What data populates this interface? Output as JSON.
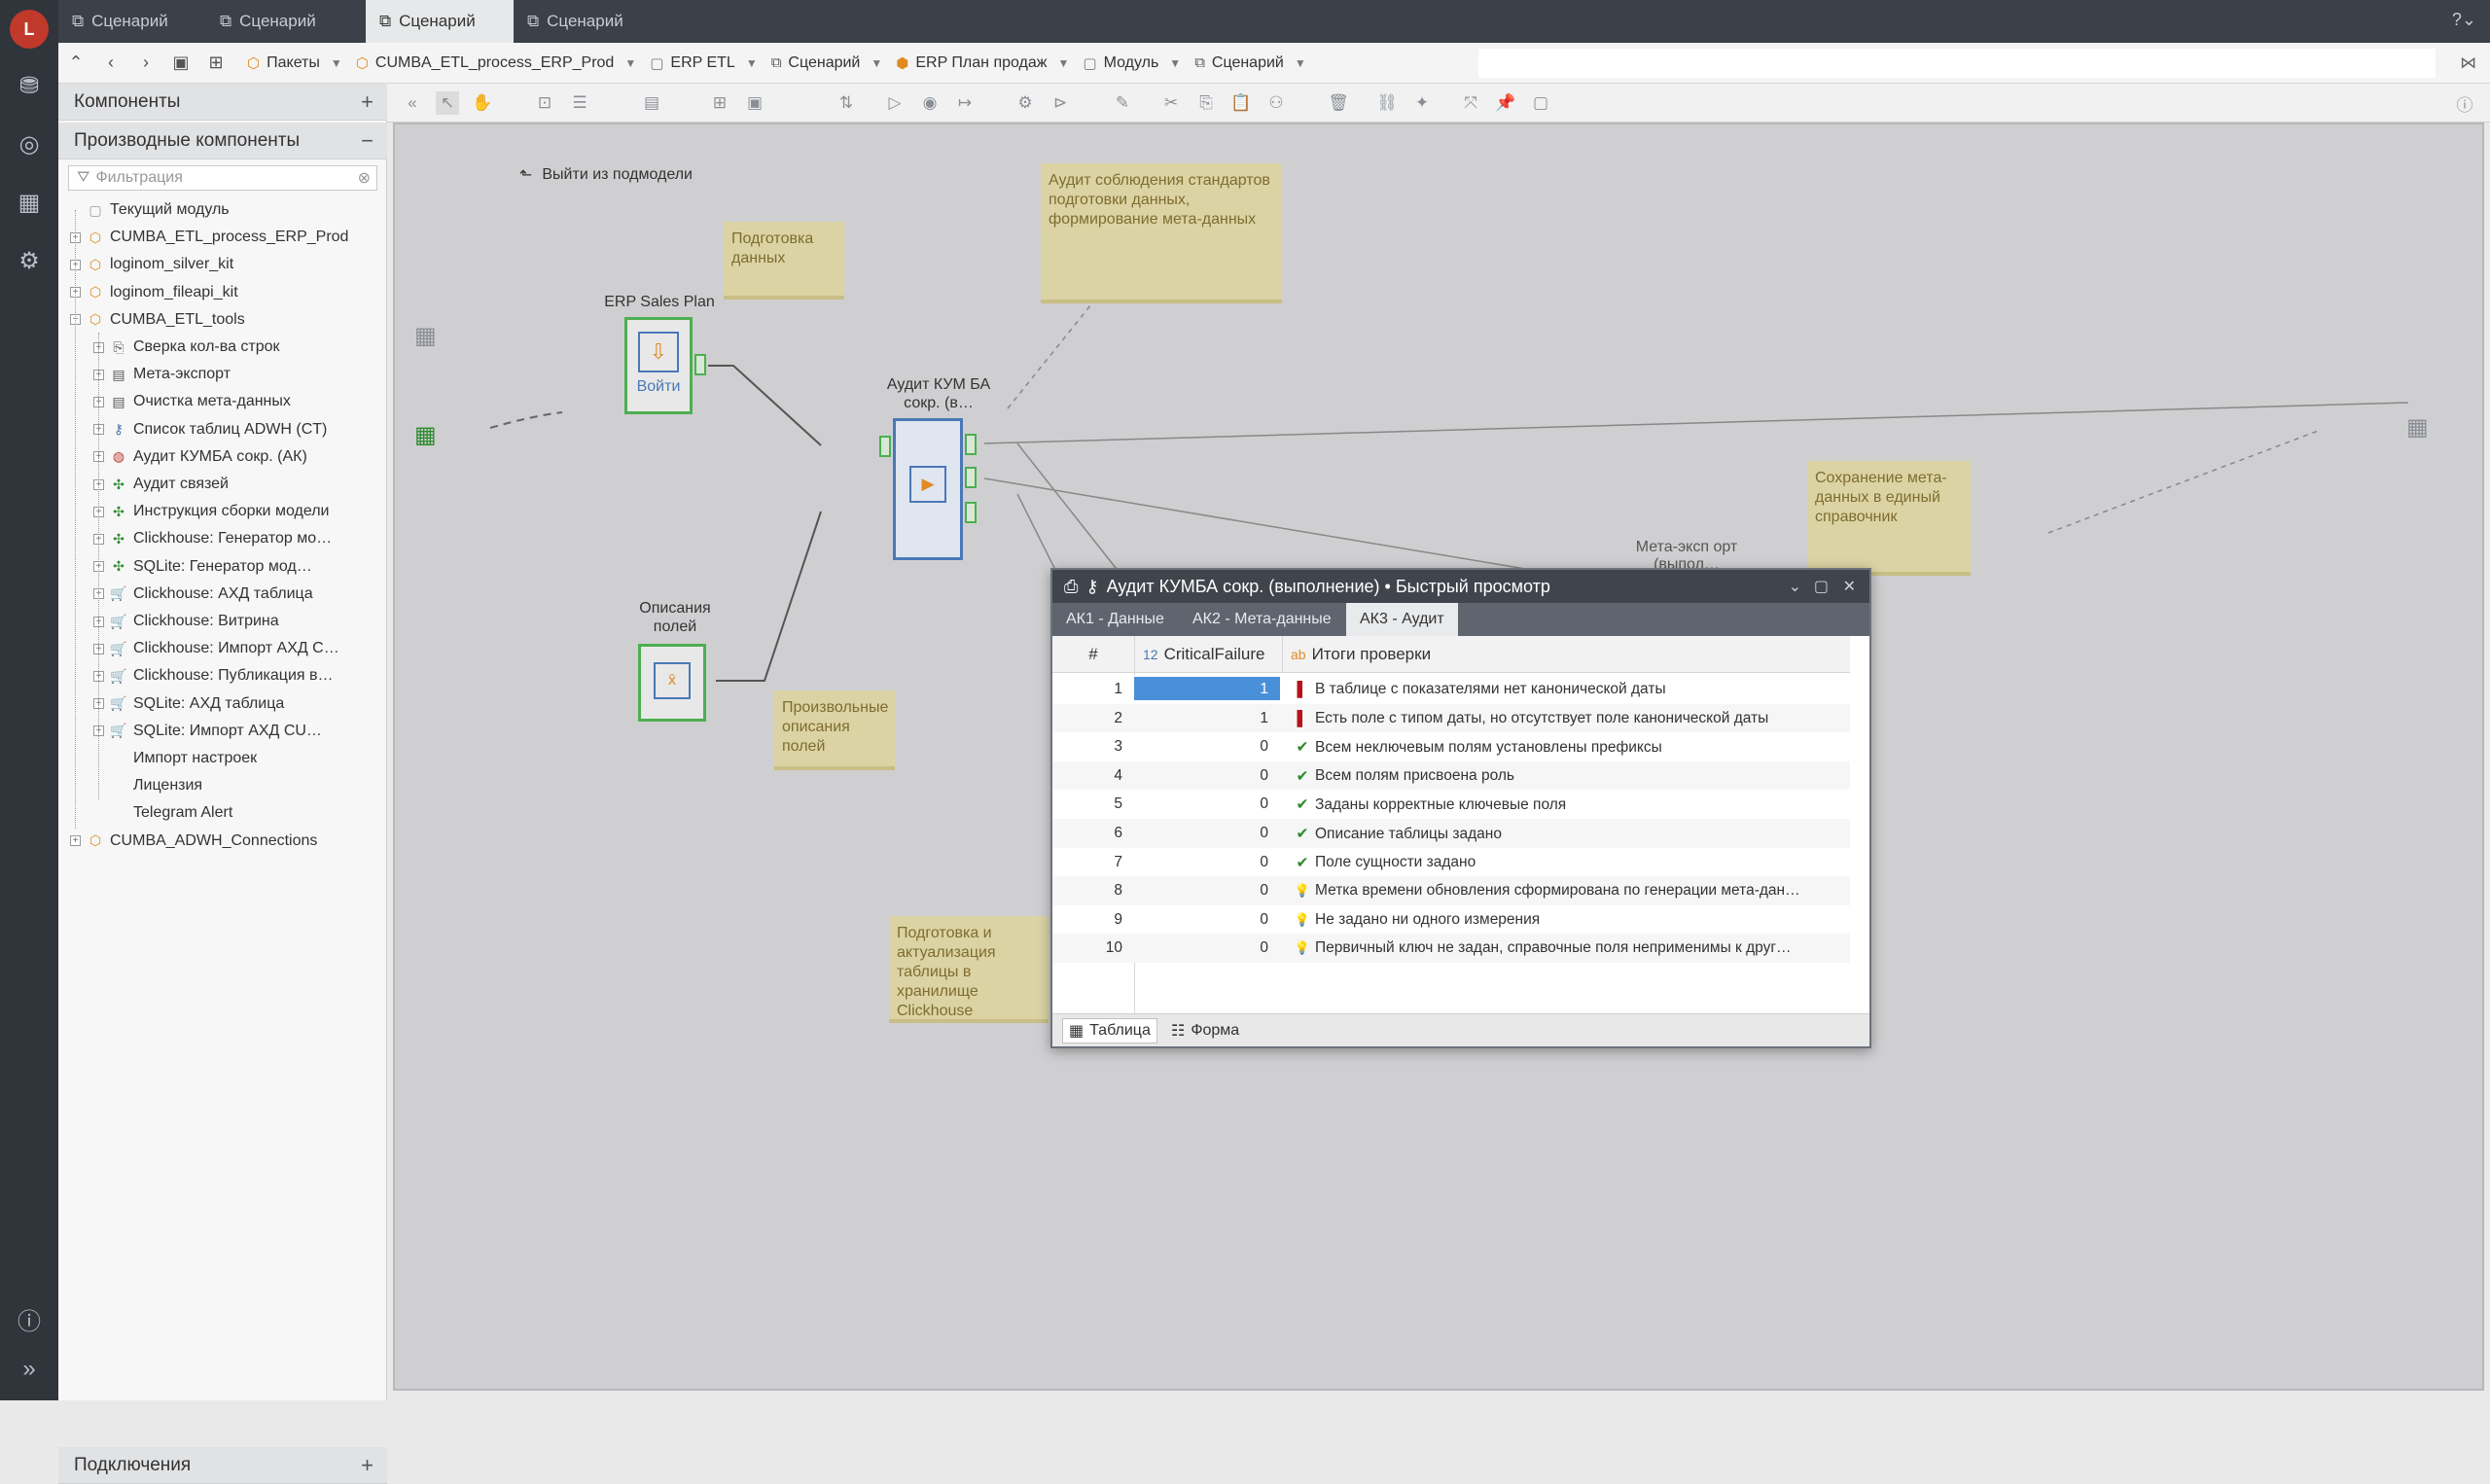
{
  "tabs": [
    {
      "label": "Сценарий"
    },
    {
      "label": "Сценарий"
    },
    {
      "label": "Сценарий"
    },
    {
      "label": "Сценарий"
    }
  ],
  "breadcrumb": [
    "Пакеты",
    "CUMBA_ETL_process_ERP_Prod",
    "ERP ETL",
    "Сценарий",
    "ERP План продаж",
    "Модуль",
    "Сценарий"
  ],
  "sidebar": {
    "components_title": "Компоненты",
    "derived_title": "Производные компоненты",
    "filter_placeholder": "Фильтрация",
    "connections_title": "Подключения",
    "tree": [
      {
        "label": "Текущий модуль",
        "level": 0,
        "icon": "module-icon"
      },
      {
        "label": "CUMBA_ETL_process_ERP_Prod",
        "level": 0,
        "icon": "package-icon"
      },
      {
        "label": "loginom_silver_kit",
        "level": 0,
        "icon": "package-icon"
      },
      {
        "label": "loginom_fileapi_kit",
        "level": 0,
        "icon": "package-icon"
      },
      {
        "label": "CUMBA_ETL_tools",
        "level": 0,
        "icon": "package-icon"
      },
      {
        "label": "Сверка кол-ва строк",
        "level": 1,
        "icon": "node-icon"
      },
      {
        "label": "Мета-экспорт",
        "level": 1,
        "icon": "export-icon"
      },
      {
        "label": "Очистка мета-данных",
        "level": 1,
        "icon": "export-icon"
      },
      {
        "label": "Список таблиц ADWH (CT)",
        "level": 1,
        "icon": "key-icon"
      },
      {
        "label": "Аудит КУМБА сокр. (АК)",
        "level": 1,
        "icon": "brain-icon"
      },
      {
        "label": "Аудит связей",
        "level": 1,
        "icon": "puzzle-icon"
      },
      {
        "label": "Инструкция сборки модели",
        "level": 1,
        "icon": "puzzle-icon"
      },
      {
        "label": "Clickhouse: Генератор мо…",
        "level": 1,
        "icon": "puzzle-icon"
      },
      {
        "label": "SQLite: Генератор мод…",
        "level": 1,
        "icon": "puzzle-icon"
      },
      {
        "label": "Clickhouse: АХД таблица",
        "level": 1,
        "icon": "cart-icon"
      },
      {
        "label": "Clickhouse: Витрина",
        "level": 1,
        "icon": "cart-icon"
      },
      {
        "label": "Clickhouse: Импорт АХД С…",
        "level": 1,
        "icon": "cart-icon"
      },
      {
        "label": "Clickhouse: Публикация в…",
        "level": 1,
        "icon": "cart-icon"
      },
      {
        "label": "SQLite: АХД таблица",
        "level": 1,
        "icon": "cart-icon"
      },
      {
        "label": "SQLite: Импорт АХД CU…",
        "level": 1,
        "icon": "cart-icon"
      },
      {
        "label": "Импорт настроек",
        "level": 1,
        "icon": "none"
      },
      {
        "label": "Лицензия",
        "level": 1,
        "icon": "none"
      },
      {
        "label": "Telegram Alert",
        "level": 1,
        "icon": "none"
      },
      {
        "label": "CUMBA_ADWH_Connections",
        "level": 0,
        "icon": "package-icon"
      }
    ]
  },
  "canvas": {
    "exit_submodel": "Выйти из подмодели",
    "notes": [
      "Подготовка данных",
      "Аудит соблюдения стандартов подготовки данных, формирование мета-данных",
      "Произвольные описания полей",
      "Сохранение мета-данных в единый справочник",
      "Подготовка и актуализация таблицы в хранилище Clickhouse"
    ],
    "node_erp_label": "ERP Sales Plan",
    "node_erp_button": "Войти",
    "node_audit_label": "Аудит КУМ БА сокр. (в…",
    "node_desc_label": "Описания полей",
    "node_meta_label": "Мета-эксп орт (выпол…"
  },
  "quickview": {
    "title": "Аудит КУМБА сокр. (выполнение) • Быстрый просмотр",
    "tabs": [
      "АК1 - Данные",
      "АК2 - Мета-данные",
      "АК3 - Аудит"
    ],
    "active_tab": 2,
    "col_num": "#",
    "col_cf_type": "12",
    "col_cf": "CriticalFailure",
    "col_res_type": "ab",
    "col_res": "Итоги проверки",
    "rows": [
      {
        "n": "1",
        "cf": "1",
        "status": "fail",
        "text": "В таблице с показателями нет канонической даты"
      },
      {
        "n": "2",
        "cf": "1",
        "status": "fail",
        "text": "Есть поле с типом даты, но отсутствует поле канонической даты"
      },
      {
        "n": "3",
        "cf": "0",
        "status": "ok",
        "text": "Всем неключевым полям установлены префиксы"
      },
      {
        "n": "4",
        "cf": "0",
        "status": "ok",
        "text": "Всем полям присвоена роль"
      },
      {
        "n": "5",
        "cf": "0",
        "status": "ok",
        "text": "Заданы корректные ключевые поля"
      },
      {
        "n": "6",
        "cf": "0",
        "status": "ok",
        "text": "Описание таблицы задано"
      },
      {
        "n": "7",
        "cf": "0",
        "status": "ok",
        "text": "Поле сущности задано"
      },
      {
        "n": "8",
        "cf": "0",
        "status": "hint",
        "text": "Метка времени обновления сформирована по генерации мета-дан…"
      },
      {
        "n": "9",
        "cf": "0",
        "status": "hint",
        "text": "Не задано ни одного измерения"
      },
      {
        "n": "10",
        "cf": "0",
        "status": "hint",
        "text": "Первичный ключ не задан, справочные поля неприменимы к друг…"
      }
    ],
    "view_table": "Таблица",
    "view_form": "Форма"
  },
  "colors": {
    "fail": "#b5121b",
    "ok": "#2e8b2e",
    "hint": "#e0a21b",
    "selected": "#4a90d9"
  }
}
